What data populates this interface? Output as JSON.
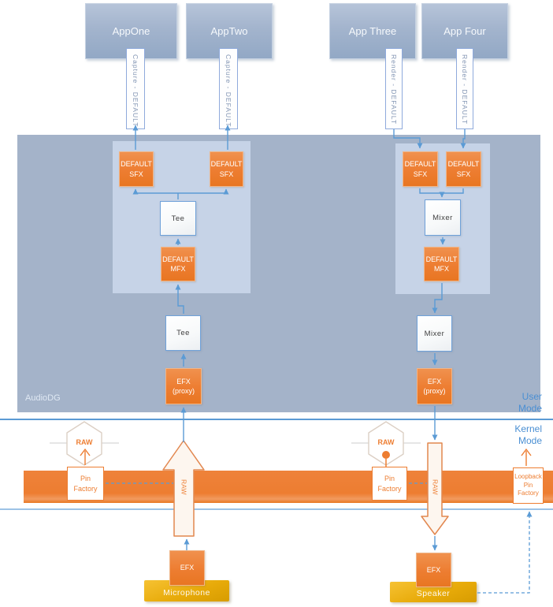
{
  "apps": {
    "app_one": "AppOne",
    "app_two": "AppTwo",
    "app_three": "App Three",
    "app_four": "App Four"
  },
  "streams": {
    "capture_one": "Capture - DEFAULT",
    "capture_two": "Capture - DEFAULT",
    "render_one": "Render - DEFAULT",
    "render_two": "Render - DEFAULT"
  },
  "regions": {
    "audiodg": "AudioDG",
    "user_mode": "User\nMode",
    "kernel_mode": "Kernel\nMode"
  },
  "capture_chain": {
    "sfx_left": "DEFAULT\nSFX",
    "sfx_right": "DEFAULT\nSFX",
    "tee_upper": "Tee",
    "mfx": "DEFAULT\nMFX",
    "tee_lower": "Tee",
    "efx_proxy": "EFX\n(proxy)",
    "raw_pin": "RAW",
    "raw_stream": "RAW",
    "pin_factory": "Pin\nFactory",
    "efx": "EFX",
    "endpoint": "Microphone"
  },
  "render_chain": {
    "sfx_left": "DEFAULT\nSFX",
    "sfx_right": "DEFAULT\nSFX",
    "mixer_upper": "Mixer",
    "mfx": "DEFAULT\nMFX",
    "mixer_lower": "Mixer",
    "efx_proxy": "EFX\n(proxy)",
    "raw_pin": "RAW",
    "raw_stream": "RAW",
    "pin_factory": "Pin\nFactory",
    "efx": "EFX",
    "endpoint": "Speaker"
  },
  "loopback": {
    "pin_factory": "Loopback\nPin\nFactory"
  },
  "colors": {
    "accent_orange": "#ed7d31",
    "accent_blue": "#5b9bd5",
    "endpoint_gold": "#e0a300",
    "user_mode_panel": "#a4b3c9",
    "inner_panel": "#c6d3e7"
  }
}
